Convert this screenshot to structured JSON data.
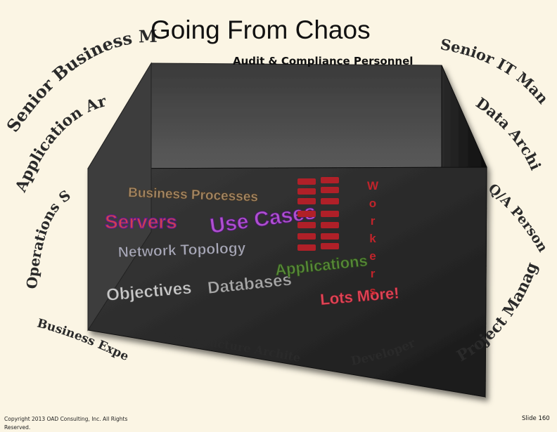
{
  "slide": {
    "title": "Going From Chaos",
    "audit_label": "Audit & Compliance Personnel",
    "copyright": "Copyright 2013 OAD Consulting, Inc. All Rights Reserved.",
    "slide_number": "Slide 160"
  },
  "stakeholders": {
    "senior_business_management": "Senior Business Management",
    "senior_it_managers": "Senior IT Managers",
    "application_architects": "Application Architects",
    "data_architects": "Data Architects",
    "operations_staff": "Operations Staff",
    "qa_personnel": "Q/A Personnel",
    "project_management": "Project Management",
    "business_experts": "Business Experts",
    "infrastructure_architects": "Infrastructure Architects",
    "developers": "Developers"
  },
  "box": {
    "business_processes": "Business Processes",
    "servers": "Servers",
    "use_cases": "Use Cases",
    "network_topology": "Network Topology",
    "objectives": "Objectives",
    "databases": "Databases",
    "applications": "Applications",
    "lots_more": "Lots More!",
    "workers": [
      "W",
      "o",
      "r",
      "k",
      "e",
      "r",
      "s"
    ]
  },
  "colors": {
    "background": "#fbf5e4",
    "box_front": "#2c2c2c",
    "box_top": "#4a4a4a",
    "box_side": "#1c1c1c",
    "red_word": "#c0242b",
    "purple_word": "#7a2a8a"
  }
}
